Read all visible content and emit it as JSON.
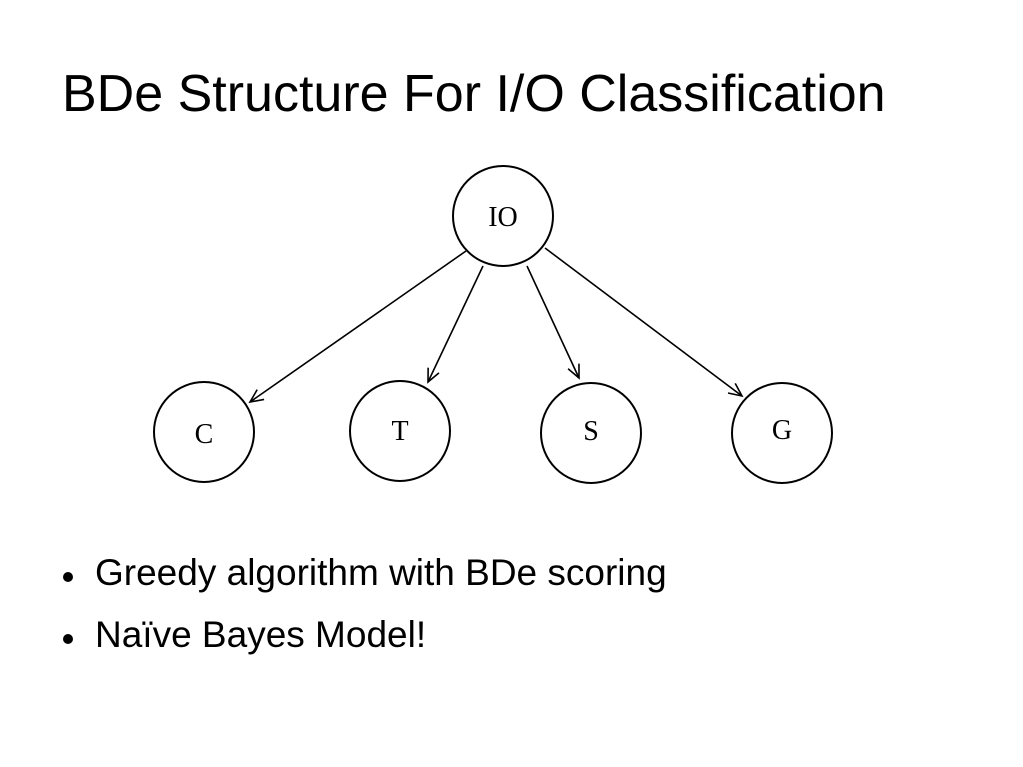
{
  "slide": {
    "title": "BDe Structure For I/O Classification"
  },
  "diagram": {
    "nodes": [
      {
        "id": "IO",
        "label": "IO"
      },
      {
        "id": "C",
        "label": "C"
      },
      {
        "id": "T",
        "label": "T"
      },
      {
        "id": "S",
        "label": "S"
      },
      {
        "id": "G",
        "label": "G"
      }
    ],
    "edges": [
      {
        "from": "IO",
        "to": "C"
      },
      {
        "from": "IO",
        "to": "T"
      },
      {
        "from": "IO",
        "to": "S"
      },
      {
        "from": "IO",
        "to": "G"
      }
    ]
  },
  "bullets": [
    {
      "text": "Greedy algorithm with BDe scoring"
    },
    {
      "text": "Naïve Bayes Model!"
    }
  ]
}
